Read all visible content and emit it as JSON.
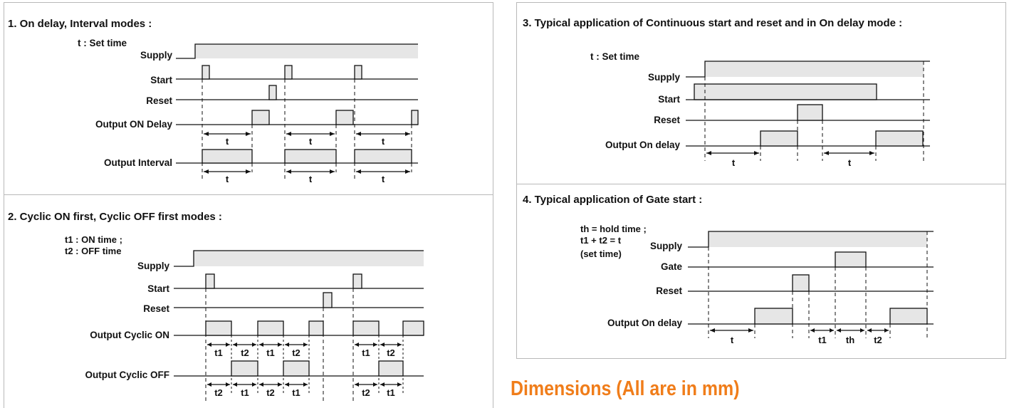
{
  "colors": {
    "pulse_fill": "#e6e6e6",
    "line": "#111111",
    "border": "#b9b9b9",
    "dimensions_title": "#f07d1a"
  },
  "panel1": {
    "title": "1. On delay, Interval modes :",
    "note": "t : Set time",
    "rows": [
      "Supply",
      "Start",
      "Reset",
      "Output ON Delay",
      "Output Interval"
    ],
    "interval_labels": [
      "t",
      "t",
      "t",
      "t",
      "t",
      "t"
    ]
  },
  "panel2": {
    "title": "2. Cyclic ON first, Cyclic OFF first modes :",
    "note": [
      "t1 : ON time ;",
      "t2 : OFF time"
    ],
    "rows": [
      "Supply",
      "Start",
      "Reset",
      "Output Cyclic ON",
      "Output Cyclic OFF"
    ],
    "cyclic_on_labels": [
      "t1",
      "t2",
      "t1",
      "t2",
      "t1",
      "t2"
    ],
    "cyclic_off_labels": [
      "t2",
      "t1",
      "t2",
      "t1",
      "t2",
      "t1"
    ]
  },
  "panel3": {
    "title": "3. Typical application of Continuous start and reset and in On delay mode :",
    "note": "t : Set time",
    "rows": [
      "Supply",
      "Start",
      "Reset",
      "Output On delay"
    ],
    "interval_labels": [
      "t",
      "t"
    ]
  },
  "panel4": {
    "title": "4. Typical application of Gate start :",
    "note": [
      "th = hold time ;",
      "t1 + t2 = t",
      "(set time)"
    ],
    "rows": [
      "Supply",
      "Gate",
      "Reset",
      "Output On delay"
    ],
    "interval_labels": [
      "t",
      "t1",
      "th",
      "t2"
    ]
  },
  "dimensions_title": "Dimensions (All are in mm)"
}
